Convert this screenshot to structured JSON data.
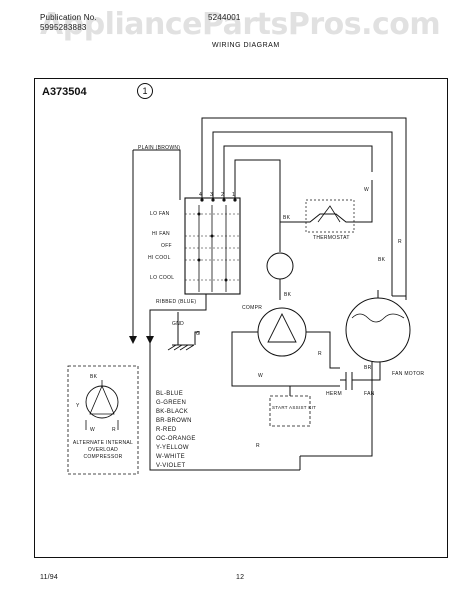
{
  "header": {
    "publication_label": "Publication No.",
    "publication_number": "5995283883",
    "part_number": "5244001",
    "page_title": "WIRING DIAGRAM",
    "watermark": "AppliancePartsPros.com"
  },
  "diagram": {
    "model": "A373504",
    "note_mark": "1",
    "labels": {
      "plain_brown": "PLAIN (BROWN)",
      "ribbed_blue": "RIBBED (BLUE)",
      "lo_fan": "LO FAN",
      "hi_fan": "HI FAN",
      "off": "OFF",
      "hi_cool": "HI COOL",
      "lo_cool": "LO COOL",
      "thermostat": "THERMOSTAT",
      "compr": "COMPR",
      "herm": "HERM",
      "fan": "FAN",
      "start_assist": "START ASSIST KIT",
      "fan_motor": "FAN MOTOR",
      "gnd": "GND",
      "g": "G",
      "alt_overload": "ALTERNATE INTERNAL OVERLOAD COMPRESSOR",
      "wire_bk": "BK",
      "wire_w": "W",
      "wire_r": "R",
      "wire_br": "BR",
      "wire_y": "Y",
      "terminals": [
        "4",
        "3",
        "2",
        "1"
      ]
    },
    "legend": [
      "BL-BLUE",
      "G-GREEN",
      "BK-BLACK",
      "BR-BROWN",
      "R-RED",
      "OC-ORANGE",
      "Y-YELLOW",
      "W-WHITE",
      "V-VIOLET"
    ]
  },
  "footer": {
    "date": "11/94",
    "page_number": "12"
  }
}
